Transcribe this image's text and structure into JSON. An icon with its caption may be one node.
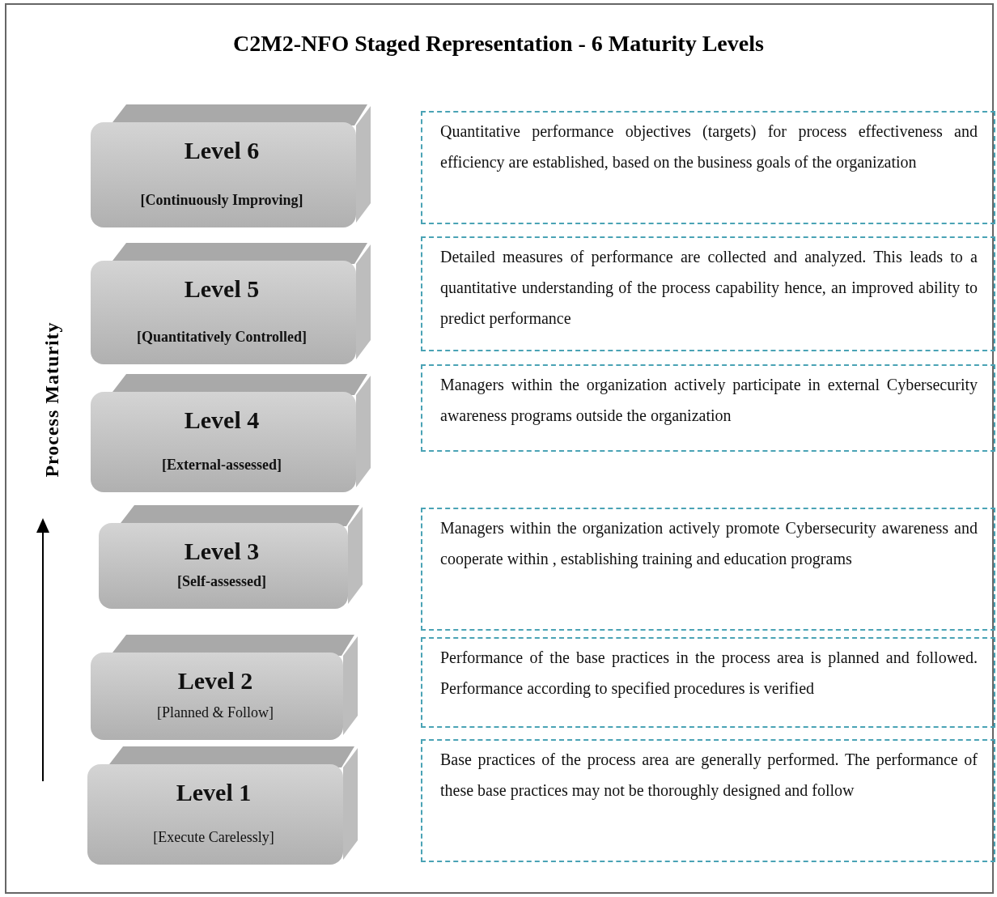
{
  "diagram": {
    "title": "C2M2-NFO Staged Representation - 6 Maturity Levels",
    "nodes": [
      {
        "text": [
          "Level 6",
          "[Continuously Improving]"
        ]
      },
      {
        "text": [
          "Quantitative performance objectives (targets) for process effectiveness and efficiency are established, based on the business goals of the organization"
        ]
      },
      {
        "text": [
          "Level 5",
          "[Quantitatively Controlled]"
        ]
      },
      {
        "text": [
          "Detailed measures of performance are collected and analyzed. This leads to a quantitative understanding of the process capability hence, an improved ability to predict performance"
        ]
      },
      {
        "text": [
          "Level 4",
          "[External-assessed]"
        ]
      },
      {
        "text": [
          "Managers within the organization actively participate in external Cybersecurity awareness programs outside the organization"
        ]
      },
      {
        "text": [
          "Level 3",
          "[Self-assessed]"
        ]
      },
      {
        "text": [
          "Managers within the organization actively promote Cybersecurity awareness and cooperate within , establishing training and education programs"
        ]
      },
      {
        "text": [
          "Level 2",
          "[Planned & Follow]"
        ]
      },
      {
        "text": [
          "Performance of the base practices in the process area is planned and followed. Performance according to specified procedures is verified"
        ]
      },
      {
        "text": [
          "Level 1",
          "[Execute Carelessly]"
        ]
      },
      {
        "text": [
          "Base practices of the process area are generally performed. The performance of these base practices may not be thoroughly designed and follow"
        ]
      }
    ],
    "edges": [],
    "labels": [
      "Process Maturity"
    ]
  }
}
